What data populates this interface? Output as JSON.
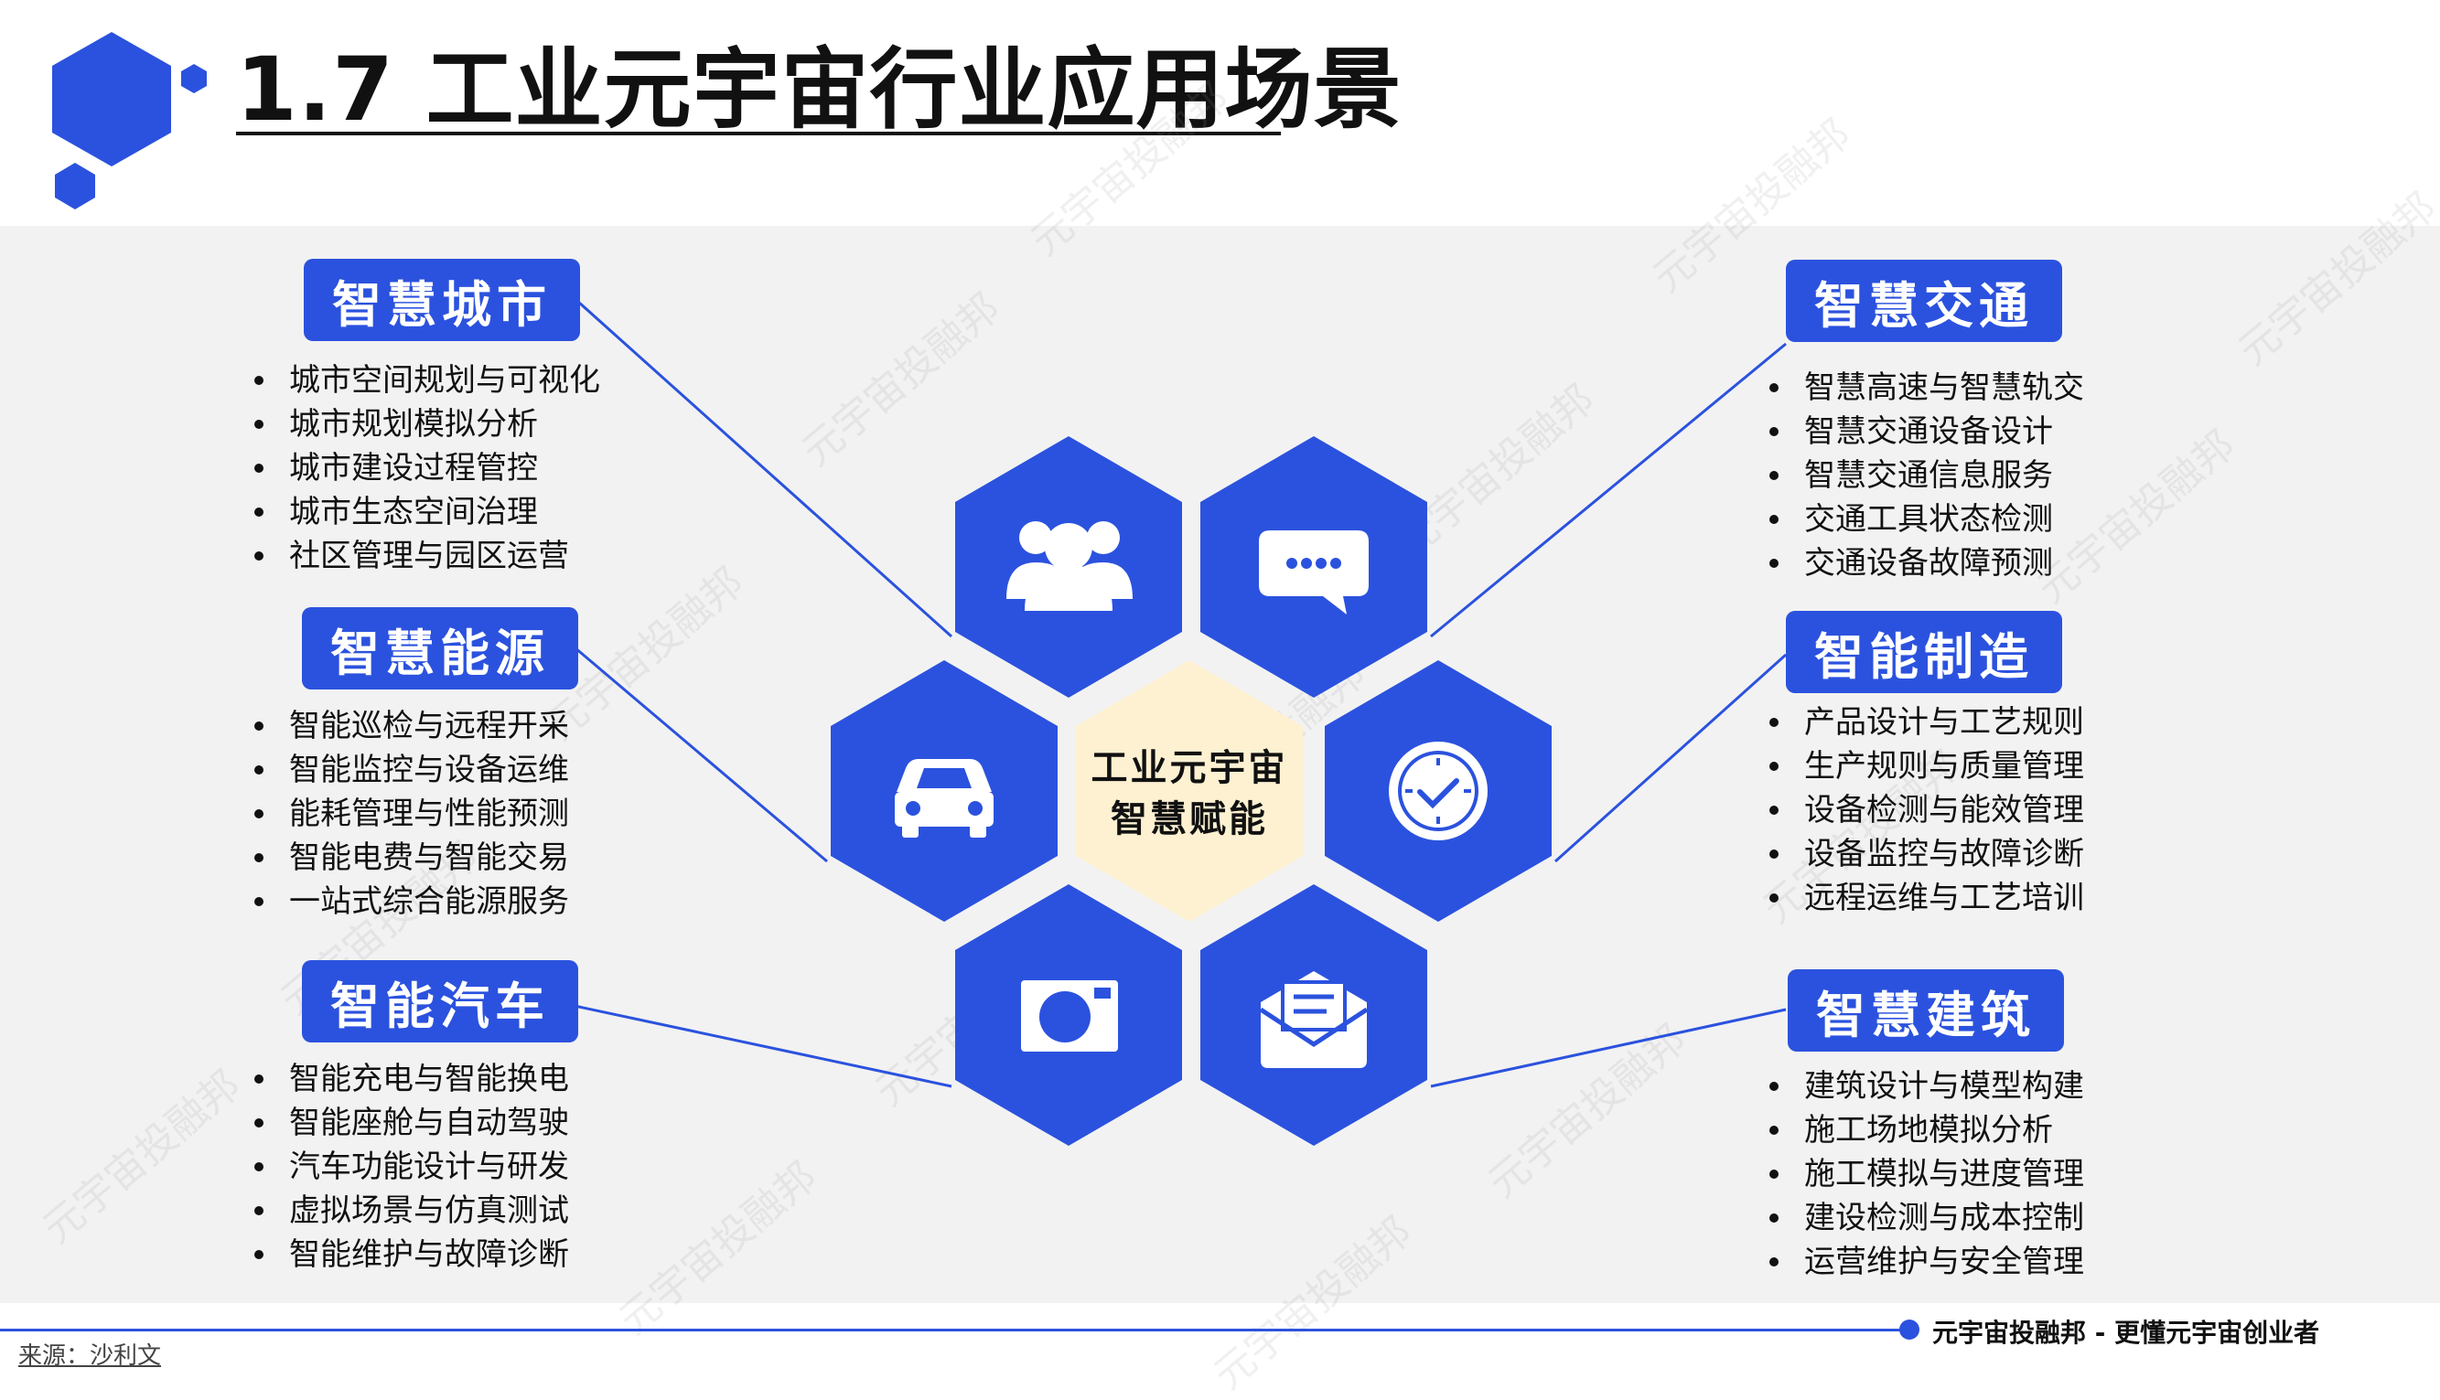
{
  "title": "1.7 工业元宇宙行业应用场景",
  "center": {
    "line1": "工业元宇宙",
    "line2": "智慧赋能"
  },
  "categories": [
    {
      "name": "智慧城市",
      "items": [
        "城市空间规划与可视化",
        "城市规划模拟分析",
        "城市建设过程管控",
        "城市生态空间治理",
        "社区管理与园区运营"
      ]
    },
    {
      "name": "智慧能源",
      "items": [
        "智能巡检与远程开采",
        "智能监控与设备运维",
        "能耗管理与性能预测",
        "智能电费与智能交易",
        "一站式综合能源服务"
      ]
    },
    {
      "name": "智能汽车",
      "items": [
        "智能充电与智能换电",
        "智能座舱与自动驾驶",
        "汽车功能设计与研发",
        "虚拟场景与仿真测试",
        "智能维护与故障诊断"
      ]
    },
    {
      "name": "智慧交通",
      "items": [
        "智慧高速与智慧轨交",
        "智慧交通设备设计",
        "智慧交通信息服务",
        "交通工具状态检测",
        "交通设备故障预测"
      ]
    },
    {
      "name": "智能制造",
      "items": [
        "产品设计与工艺规则",
        "生产规则与质量管理",
        "设备检测与能效管理",
        "设备监控与故障诊断",
        "远程运维与工艺培训"
      ]
    },
    {
      "name": "智慧建筑",
      "items": [
        "建筑设计与模型构建",
        "施工场地模拟分析",
        "施工模拟与进度管理",
        "建设检测与成本控制",
        "运营维护与安全管理"
      ]
    }
  ],
  "icons": [
    "users-icon",
    "chat-icon",
    "car-icon",
    "clock-icon",
    "camera-icon",
    "mail-icon"
  ],
  "footer": {
    "brand": "元宇宙投融邦 - 更懂元宇宙创业者",
    "source": "来源：沙利文"
  },
  "watermark": "元宇宙投融邦",
  "colors": {
    "primary": "#2b52de",
    "center_fill": "#fdf1d2",
    "panel": "#f2f2f2"
  }
}
